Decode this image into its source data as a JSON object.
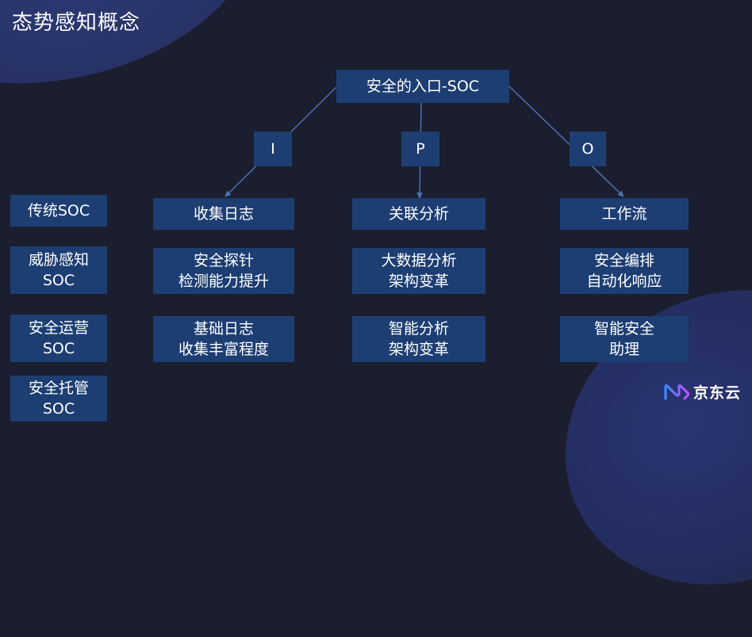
{
  "title": "态势感知概念",
  "root": {
    "label": "安全的入口-SOC"
  },
  "ipo": {
    "i": "I",
    "p": "P",
    "o": "O"
  },
  "columns": {
    "input": {
      "header": "收集日志",
      "items": [
        "安全探针\n检测能力提升",
        "基础日志\n收集丰富程度"
      ]
    },
    "process": {
      "header": "关联分析",
      "items": [
        "大数据分析\n架构变革",
        "智能分析\n架构变革"
      ]
    },
    "output": {
      "header": "工作流",
      "items": [
        "安全编排\n自动化响应",
        "智能安全\n助理"
      ]
    }
  },
  "evolution": [
    "传统SOC",
    "威胁感知\nSOC",
    "安全运营\nSOC",
    "安全托管\nSOC"
  ],
  "logo": {
    "text": "京东云"
  },
  "colors": {
    "background": "#1b1e2e",
    "box": "#1d3e72",
    "arrow": "#4c70b3"
  }
}
